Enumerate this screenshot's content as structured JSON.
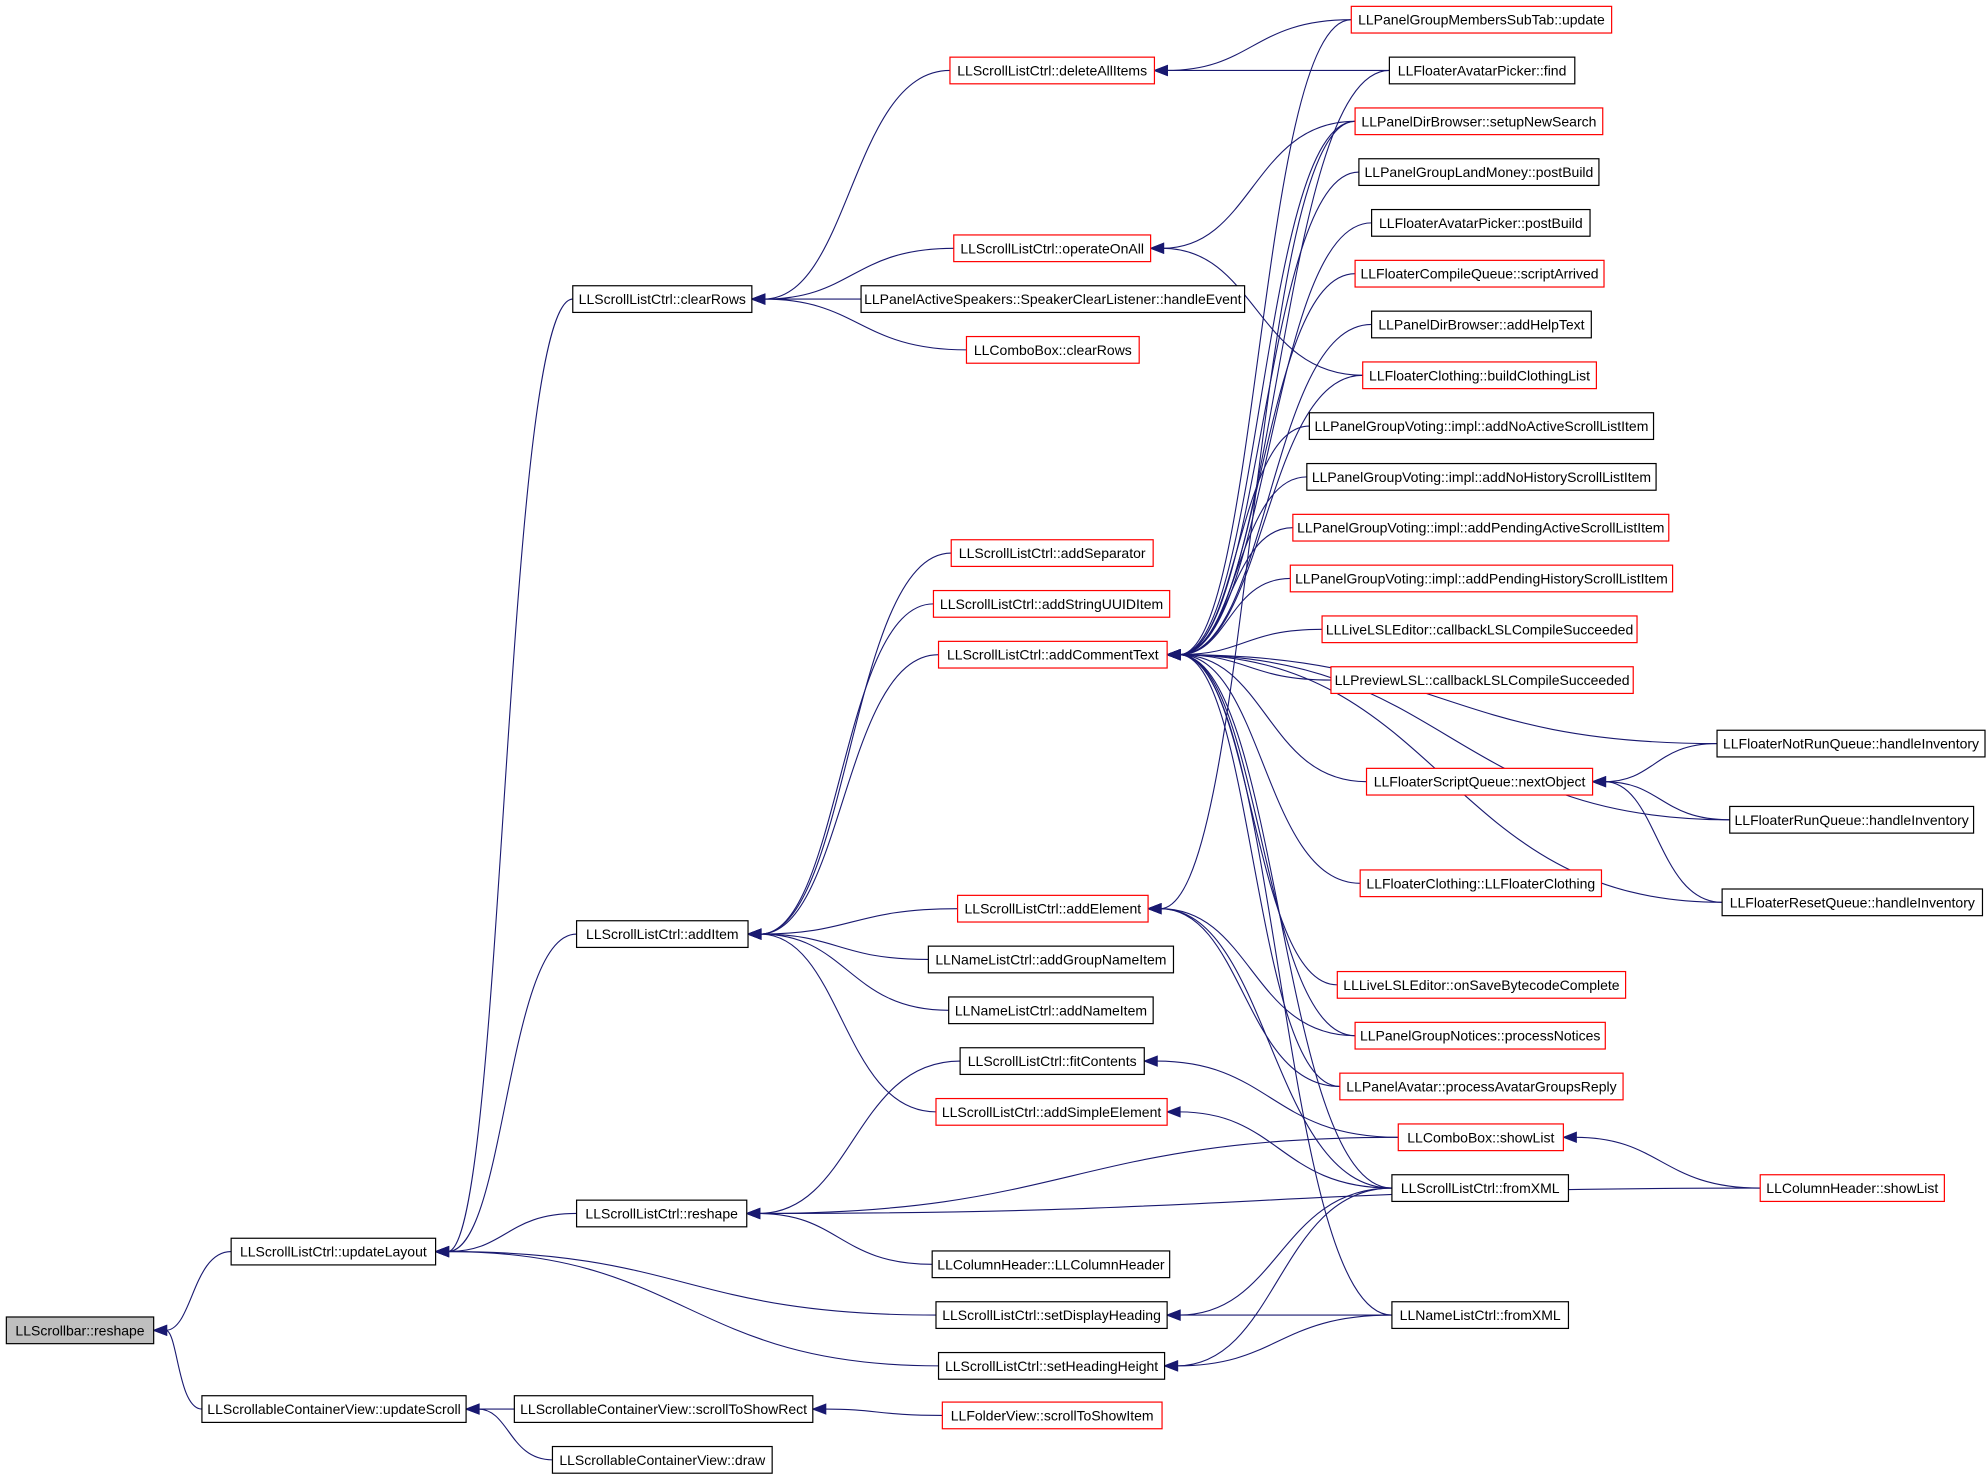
{
  "colors": {
    "edge": "#191970",
    "border_plain": "#000000",
    "border_red": "#ff0000",
    "root_fill": "#bfbfbf",
    "node_fill": "#ffffff"
  },
  "nodes": [
    {
      "id": "root",
      "label": "LLScrollbar::reshape",
      "style": "root"
    },
    {
      "id": "updateLayout",
      "label": "LLScrollListCtrl::updateLayout",
      "style": "plain"
    },
    {
      "id": "updateScroll",
      "label": "LLScrollableContainerView::updateScroll",
      "style": "plain"
    },
    {
      "id": "clearRows",
      "label": "LLScrollListCtrl::clearRows",
      "style": "plain"
    },
    {
      "id": "addItem",
      "label": "LLScrollListCtrl::addItem",
      "style": "plain"
    },
    {
      "id": "reshape2",
      "label": "LLScrollListCtrl::reshape",
      "style": "plain"
    },
    {
      "id": "scrollToShowRect",
      "label": "LLScrollableContainerView::scrollToShowRect",
      "style": "plain"
    },
    {
      "id": "draw",
      "label": "LLScrollableContainerView::draw",
      "style": "plain"
    },
    {
      "id": "deleteAllItems",
      "label": "LLScrollListCtrl::deleteAllItems",
      "style": "red"
    },
    {
      "id": "operateOnAll",
      "label": "LLScrollListCtrl::operateOnAll",
      "style": "red"
    },
    {
      "id": "speakerClear",
      "label": "LLPanelActiveSpeakers::SpeakerClearListener::handleEvent",
      "style": "plain"
    },
    {
      "id": "comboClearRows",
      "label": "LLComboBox::clearRows",
      "style": "red"
    },
    {
      "id": "addSeparator",
      "label": "LLScrollListCtrl::addSeparator",
      "style": "red"
    },
    {
      "id": "addStringUUID",
      "label": "LLScrollListCtrl::addStringUUIDItem",
      "style": "red"
    },
    {
      "id": "addCommentText",
      "label": "LLScrollListCtrl::addCommentText",
      "style": "red"
    },
    {
      "id": "addElement",
      "label": "LLScrollListCtrl::addElement",
      "style": "red"
    },
    {
      "id": "addGroupNameItem",
      "label": "LLNameListCtrl::addGroupNameItem",
      "style": "plain"
    },
    {
      "id": "addNameItem",
      "label": "LLNameListCtrl::addNameItem",
      "style": "plain"
    },
    {
      "id": "fitContents",
      "label": "LLScrollListCtrl::fitContents",
      "style": "plain"
    },
    {
      "id": "addSimpleElement",
      "label": "LLScrollListCtrl::addSimpleElement",
      "style": "red"
    },
    {
      "id": "columnHeaderCtor",
      "label": "LLColumnHeader::LLColumnHeader",
      "style": "plain"
    },
    {
      "id": "setDisplayHeading",
      "label": "LLScrollListCtrl::setDisplayHeading",
      "style": "plain"
    },
    {
      "id": "setHeadingHeight",
      "label": "LLScrollListCtrl::setHeadingHeight",
      "style": "plain"
    },
    {
      "id": "scrollToShowItem",
      "label": "LLFolderView::scrollToShowItem",
      "style": "red"
    },
    {
      "id": "membersUpdate",
      "label": "LLPanelGroupMembersSubTab::update",
      "style": "red"
    },
    {
      "id": "avatarFind",
      "label": "LLFloaterAvatarPicker::find",
      "style": "plain"
    },
    {
      "id": "setupNewSearch",
      "label": "LLPanelDirBrowser::setupNewSearch",
      "style": "red"
    },
    {
      "id": "landMoneyPostBuild",
      "label": "LLPanelGroupLandMoney::postBuild",
      "style": "plain"
    },
    {
      "id": "avatarPostBuild",
      "label": "LLFloaterAvatarPicker::postBuild",
      "style": "plain"
    },
    {
      "id": "scriptArrived",
      "label": "LLFloaterCompileQueue::scriptArrived",
      "style": "red"
    },
    {
      "id": "addHelpText",
      "label": "LLPanelDirBrowser::addHelpText",
      "style": "plain"
    },
    {
      "id": "buildClothingList",
      "label": "LLFloaterClothing::buildClothingList",
      "style": "red"
    },
    {
      "id": "addNoActive",
      "label": "LLPanelGroupVoting::impl::addNoActiveScrollListItem",
      "style": "plain"
    },
    {
      "id": "addNoHistory",
      "label": "LLPanelGroupVoting::impl::addNoHistoryScrollListItem",
      "style": "plain"
    },
    {
      "id": "addPendingActive",
      "label": "LLPanelGroupVoting::impl::addPendingActiveScrollListItem",
      "style": "red"
    },
    {
      "id": "addPendingHistory",
      "label": "LLPanelGroupVoting::impl::addPendingHistoryScrollListItem",
      "style": "red"
    },
    {
      "id": "liveCallback",
      "label": "LLLiveLSLEditor::callbackLSLCompileSucceeded",
      "style": "red"
    },
    {
      "id": "previewCallback",
      "label": "LLPreviewLSL::callbackLSLCompileSucceeded",
      "style": "red"
    },
    {
      "id": "notRunQueue",
      "label": "LLFloaterNotRunQueue::handleInventory",
      "style": "plain"
    },
    {
      "id": "nextObject",
      "label": "LLFloaterScriptQueue::nextObject",
      "style": "red"
    },
    {
      "id": "runQueue",
      "label": "LLFloaterRunQueue::handleInventory",
      "style": "plain"
    },
    {
      "id": "clothingCtor",
      "label": "LLFloaterClothing::LLFloaterClothing",
      "style": "red"
    },
    {
      "id": "resetQueue",
      "label": "LLFloaterResetQueue::handleInventory",
      "style": "plain"
    },
    {
      "id": "onSaveBytecode",
      "label": "LLLiveLSLEditor::onSaveBytecodeComplete",
      "style": "red"
    },
    {
      "id": "processNotices",
      "label": "LLPanelGroupNotices::processNotices",
      "style": "red"
    },
    {
      "id": "processAvatarGroups",
      "label": "LLPanelAvatar::processAvatarGroupsReply",
      "style": "red"
    },
    {
      "id": "comboShowList",
      "label": "LLComboBox::showList",
      "style": "red"
    },
    {
      "id": "scrollFromXML",
      "label": "LLScrollListCtrl::fromXML",
      "style": "plain"
    },
    {
      "id": "columnShowList",
      "label": "LLColumnHeader::showList",
      "style": "red"
    },
    {
      "id": "nameFromXML",
      "label": "LLNameListCtrl::fromXML",
      "style": "plain"
    }
  ],
  "edges": [
    [
      "updateLayout",
      "root"
    ],
    [
      "updateScroll",
      "root"
    ],
    [
      "clearRows",
      "updateLayout"
    ],
    [
      "addItem",
      "updateLayout"
    ],
    [
      "reshape2",
      "updateLayout"
    ],
    [
      "setDisplayHeading",
      "updateLayout"
    ],
    [
      "setHeadingHeight",
      "updateLayout"
    ],
    [
      "scrollToShowRect",
      "updateScroll"
    ],
    [
      "draw",
      "updateScroll"
    ],
    [
      "deleteAllItems",
      "clearRows"
    ],
    [
      "operateOnAll",
      "clearRows"
    ],
    [
      "speakerClear",
      "clearRows"
    ],
    [
      "comboClearRows",
      "clearRows"
    ],
    [
      "addSeparator",
      "addItem"
    ],
    [
      "addStringUUID",
      "addItem"
    ],
    [
      "addCommentText",
      "addItem"
    ],
    [
      "addElement",
      "addItem"
    ],
    [
      "addGroupNameItem",
      "addItem"
    ],
    [
      "addNameItem",
      "addItem"
    ],
    [
      "addSimpleElement",
      "addItem"
    ],
    [
      "fitContents",
      "reshape2"
    ],
    [
      "comboShowList",
      "reshape2"
    ],
    [
      "columnShowList",
      "reshape2"
    ],
    [
      "columnHeaderCtor",
      "reshape2"
    ],
    [
      "scrollToShowItem",
      "scrollToShowRect"
    ],
    [
      "membersUpdate",
      "deleteAllItems"
    ],
    [
      "avatarFind",
      "deleteAllItems"
    ],
    [
      "setupNewSearch",
      "operateOnAll"
    ],
    [
      "buildClothingList",
      "operateOnAll"
    ],
    [
      "membersUpdate",
      "addCommentText"
    ],
    [
      "avatarFind",
      "addCommentText"
    ],
    [
      "setupNewSearch",
      "addCommentText"
    ],
    [
      "landMoneyPostBuild",
      "addCommentText"
    ],
    [
      "avatarPostBuild",
      "addCommentText"
    ],
    [
      "scriptArrived",
      "addCommentText"
    ],
    [
      "addHelpText",
      "addCommentText"
    ],
    [
      "buildClothingList",
      "addCommentText"
    ],
    [
      "addNoActive",
      "addCommentText"
    ],
    [
      "addNoHistory",
      "addCommentText"
    ],
    [
      "addPendingActive",
      "addCommentText"
    ],
    [
      "addPendingHistory",
      "addCommentText"
    ],
    [
      "liveCallback",
      "addCommentText"
    ],
    [
      "previewCallback",
      "addCommentText"
    ],
    [
      "notRunQueue",
      "addCommentText"
    ],
    [
      "nextObject",
      "addCommentText"
    ],
    [
      "runQueue",
      "addCommentText"
    ],
    [
      "clothingCtor",
      "addCommentText"
    ],
    [
      "resetQueue",
      "addCommentText"
    ],
    [
      "onSaveBytecode",
      "addCommentText"
    ],
    [
      "processNotices",
      "addCommentText"
    ],
    [
      "processAvatarGroups",
      "addCommentText"
    ],
    [
      "scrollFromXML",
      "addCommentText"
    ],
    [
      "nameFromXML",
      "addCommentText"
    ],
    [
      "setupNewSearch",
      "addElement"
    ],
    [
      "processNotices",
      "addElement"
    ],
    [
      "processAvatarGroups",
      "addElement"
    ],
    [
      "scrollFromXML",
      "addElement"
    ],
    [
      "notRunQueue",
      "nextObject"
    ],
    [
      "runQueue",
      "nextObject"
    ],
    [
      "resetQueue",
      "nextObject"
    ],
    [
      "comboShowList",
      "fitContents"
    ],
    [
      "scrollFromXML",
      "addSimpleElement"
    ],
    [
      "columnShowList",
      "comboShowList"
    ],
    [
      "scrollFromXML",
      "setDisplayHeading"
    ],
    [
      "nameFromXML",
      "setDisplayHeading"
    ],
    [
      "scrollFromXML",
      "setHeadingHeight"
    ],
    [
      "nameFromXML",
      "setHeadingHeight"
    ]
  ]
}
